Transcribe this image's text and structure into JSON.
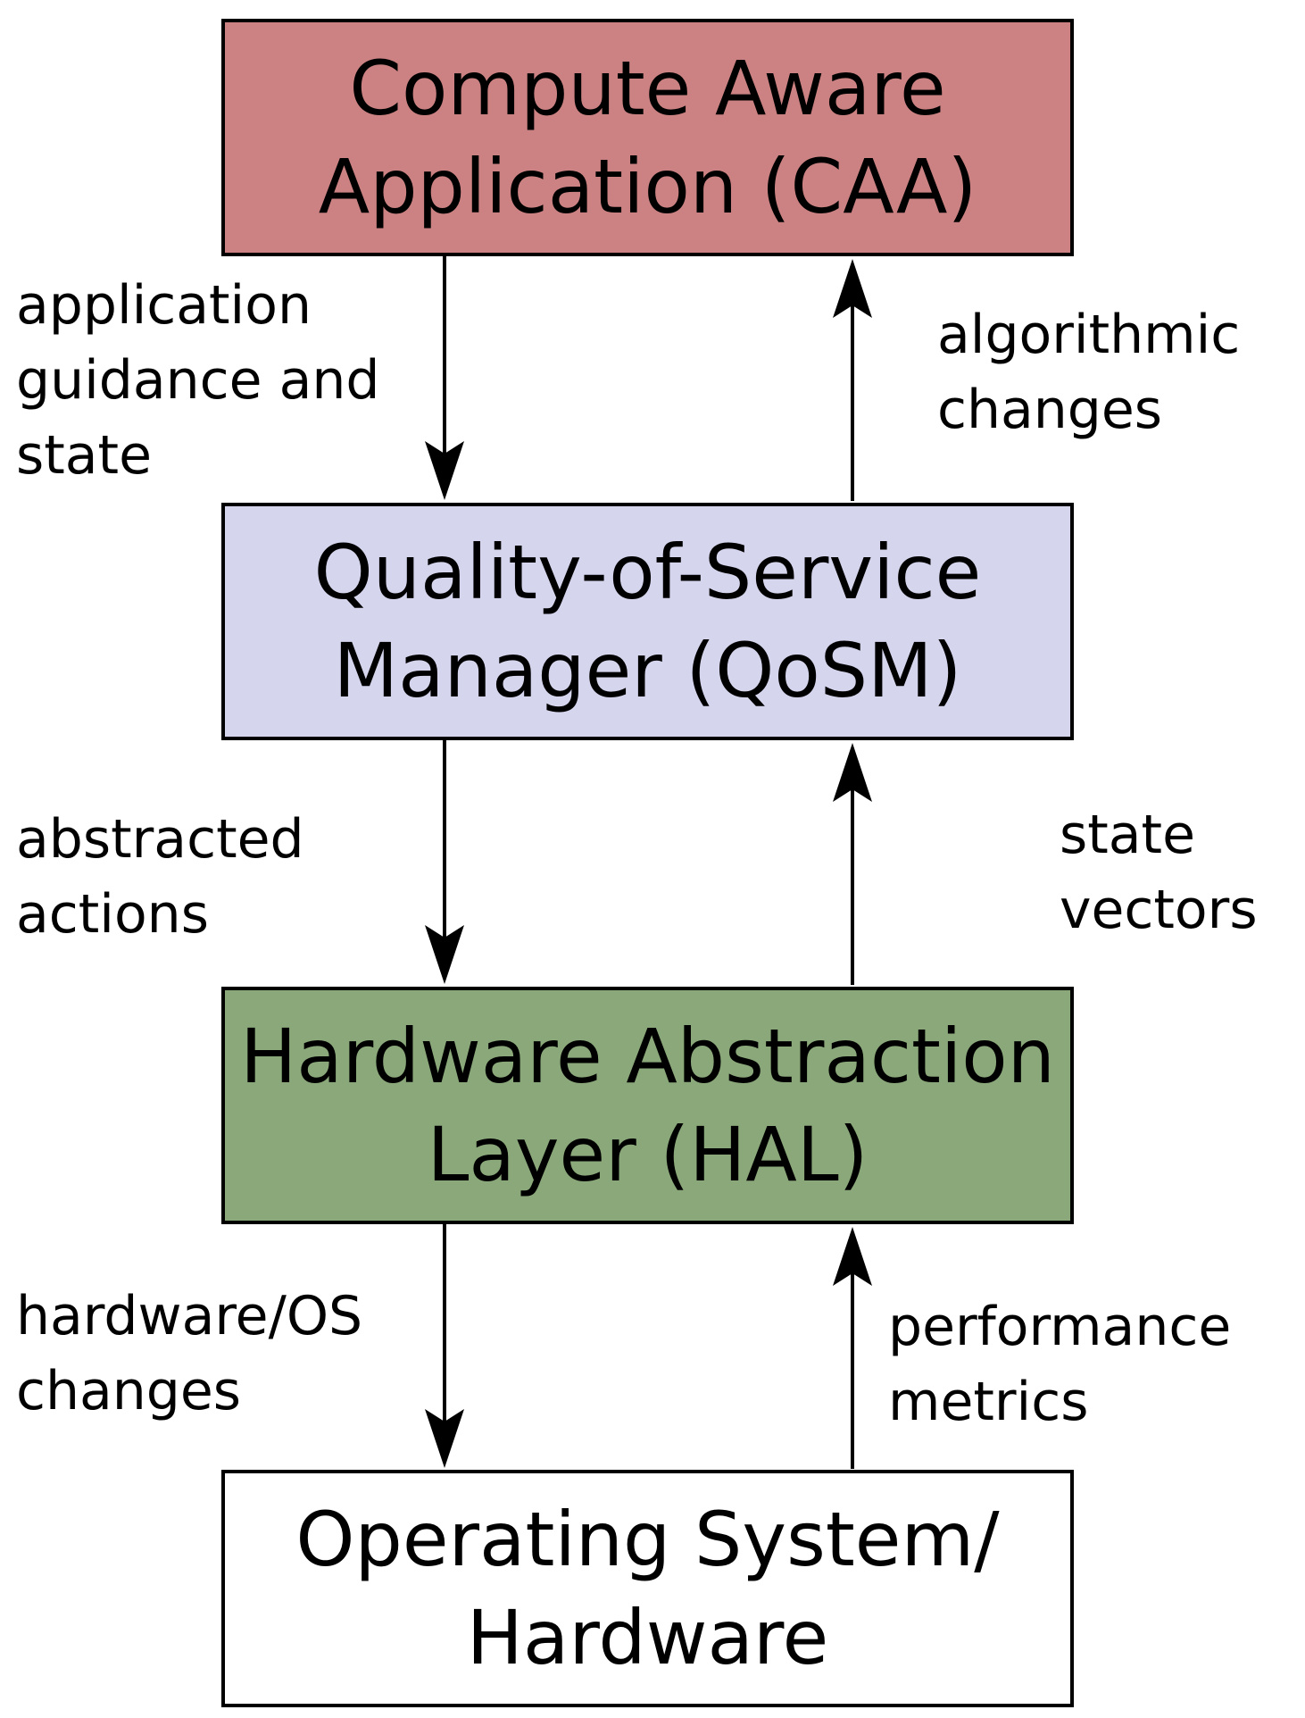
{
  "colors": {
    "caa": "#cc8282",
    "qosm": "#d5d5ee",
    "hal": "#8aa87a",
    "os": "#ffffff",
    "stroke": "#000000"
  },
  "boxes": {
    "caa": {
      "line1": "Compute Aware",
      "line2": "Application (CAA)"
    },
    "qosm": {
      "line1": "Quality-of-Service",
      "line2": "Manager (QoSM)"
    },
    "hal": {
      "line1": "Hardware Abstraction",
      "line2": "Layer (HAL)"
    },
    "os": {
      "line1": "Operating System/",
      "line2": "Hardware"
    }
  },
  "edges": {
    "caa_to_qosm": {
      "line1": "application",
      "line2": "guidance and",
      "line3": "state"
    },
    "qosm_to_caa": {
      "line1": "algorithmic",
      "line2": "changes"
    },
    "qosm_to_hal": {
      "line1": "abstracted",
      "line2": "actions"
    },
    "hal_to_qosm": {
      "line1": "state",
      "line2": "vectors"
    },
    "hal_to_os": {
      "line1": "hardware/OS",
      "line2": "changes"
    },
    "os_to_hal": {
      "line1": "performance",
      "line2": "metrics"
    }
  }
}
